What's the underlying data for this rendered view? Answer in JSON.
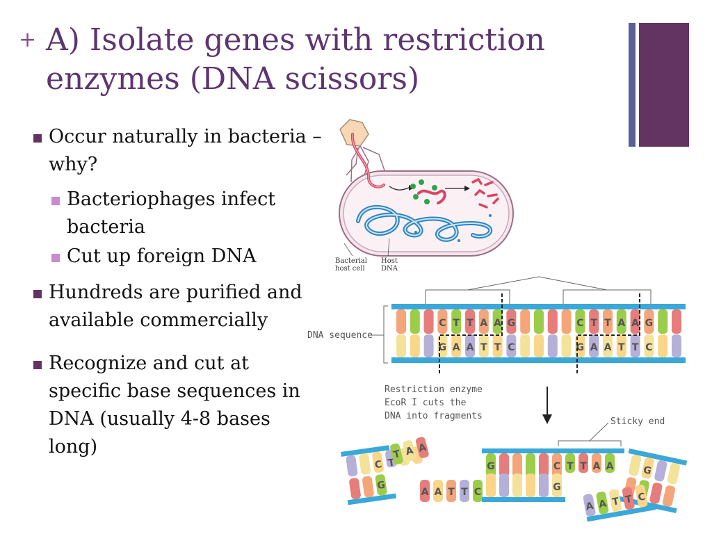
{
  "slide": {
    "title": "A) Isolate genes with restriction enzymes (DNA scissors)",
    "bullets": [
      {
        "text": "Occur naturally in bacteria – why?",
        "sub": [
          "Bacteriophages infect bacteria",
          "Cut up foreign DNA"
        ]
      },
      {
        "text": "Hundreds are purified and available commercially",
        "sub": []
      },
      {
        "text": "Recognize and cut at specific base sequences in DNA (usually 4-8 bases long)",
        "sub": []
      }
    ]
  },
  "figure_top": {
    "label_host_cell": "Bacterial host cell",
    "label_host_dna": "Host DNA"
  },
  "figure_bottom": {
    "dna_sequence_label": "DNA sequence",
    "enzyme_caption": [
      "Restriction enzyme",
      "EcoR I cuts the",
      "DNA into fragments"
    ],
    "sticky_end_label": "Sticky end",
    "top_strand_bases": [
      "C",
      "T",
      "T",
      "A",
      "A",
      "G",
      "C",
      "T",
      "T",
      "A",
      "A",
      "G"
    ],
    "bottom_strand_bases": [
      "G",
      "A",
      "A",
      "T",
      "T",
      "C",
      "G",
      "A",
      "A",
      "T",
      "T",
      "C"
    ],
    "frag1_top": [
      "C",
      "T",
      "T",
      "A",
      "A"
    ],
    "frag1_bottom": [
      "G"
    ],
    "frag2_top": [
      "G",
      "C",
      "T",
      "T",
      "A",
      "A"
    ],
    "frag2_bottom": [
      "A",
      "A",
      "T",
      "T",
      "C",
      "G"
    ],
    "frag3_top": [
      "G"
    ],
    "frag3_bottom": [
      "A",
      "A",
      "T",
      "T",
      "C"
    ]
  },
  "colors": {
    "title": "#5e3570",
    "accent_dark": "#633462",
    "accent_light": "#c98ad0",
    "backbone": "#3aa8d8"
  }
}
